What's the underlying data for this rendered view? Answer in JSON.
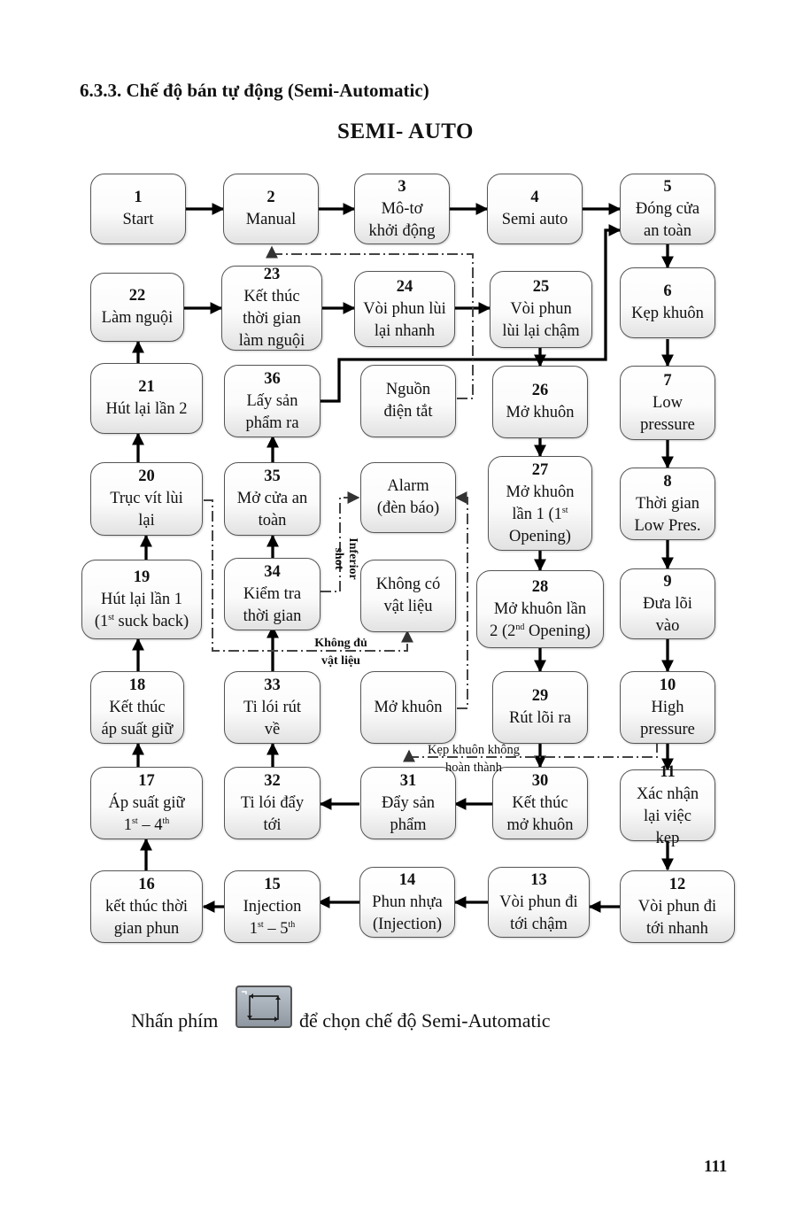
{
  "heading": "6.3.3. Chế độ bán tự động (Semi-Automatic)",
  "diagram_title": "SEMI- AUTO",
  "nodes": [
    {
      "num": "1",
      "label": "Start"
    },
    {
      "num": "2",
      "label": "Manual"
    },
    {
      "num": "3",
      "label": "Mô-tơ\nkhởi động"
    },
    {
      "num": "4",
      "label": "Semi auto"
    },
    {
      "num": "5",
      "label": "Đóng cửa\nan toàn"
    },
    {
      "num": "22",
      "label": "Làm nguội"
    },
    {
      "num": "23",
      "label": "Kết thúc\nthời gian\nlàm nguội"
    },
    {
      "num": "24",
      "label": "Vòi phun lùi\nlại nhanh"
    },
    {
      "num": "25",
      "label": "Vòi phun\nlùi lại chậm"
    },
    {
      "num": "6",
      "label": "Kẹp khuôn"
    },
    {
      "num": "21",
      "label": "Hút lại lần 2"
    },
    {
      "num": "36",
      "label": "Lấy sản\nphẩm ra"
    },
    {
      "num": "",
      "label": "Nguồn\nđiện tắt"
    },
    {
      "num": "26",
      "label": "Mở khuôn"
    },
    {
      "num": "7",
      "label": "Low\npressure"
    },
    {
      "num": "20",
      "label": "Trục vít lùi\nlại"
    },
    {
      "num": "35",
      "label": "Mở cửa an\ntoàn"
    },
    {
      "num": "",
      "label": "Alarm\n(đèn báo)"
    },
    {
      "num": "27",
      "label": "Mở khuôn\nlần 1 (1",
      "sup": "st",
      "label_tail": "\nOpening)"
    },
    {
      "num": "8",
      "label": "Thời gian\nLow Pres."
    },
    {
      "num": "19",
      "label": "Hút lại lần 1\n(1",
      "sup": "st",
      "label_tail": " suck back)"
    },
    {
      "num": "34",
      "label": "Kiểm tra\nthời gian"
    },
    {
      "num": "",
      "label": "Không có\nvật liệu"
    },
    {
      "num": "28",
      "label": "Mở khuôn lần\n2 (2",
      "sup": "nd",
      "label_tail": " Opening)"
    },
    {
      "num": "9",
      "label": "Đưa lõi\nvào"
    },
    {
      "num": "18",
      "label": "Kết thúc\náp suất giữ"
    },
    {
      "num": "33",
      "label": "Ti lói rút\nvề"
    },
    {
      "num": "",
      "label": "Mở khuôn"
    },
    {
      "num": "29",
      "label": "Rút lõi ra"
    },
    {
      "num": "10",
      "label": "High\npressure"
    },
    {
      "num": "17",
      "label": "Áp suất giữ\n1",
      "sup": "st",
      "label_tail": " – 4",
      "sup2": "th"
    },
    {
      "num": "32",
      "label": "Ti lói đẩy\ntới"
    },
    {
      "num": "31",
      "label": "Đẩy sản\nphẩm"
    },
    {
      "num": "30",
      "label": "Kết thúc\nmở khuôn"
    },
    {
      "num": "11",
      "label": "Xác nhận\nlại việc\nkẹp"
    },
    {
      "num": "16",
      "label": "kết thúc thời\ngian phun"
    },
    {
      "num": "15",
      "label": "Injection\n1",
      "sup": "st",
      "label_tail": " – 5",
      "sup2": "th"
    },
    {
      "num": "14",
      "label": "Phun nhựa\n(Injection)"
    },
    {
      "num": "13",
      "label": "Vòi phun đi\ntới chậm"
    },
    {
      "num": "12",
      "label": "Vòi phun đi\ntới nhanh"
    }
  ],
  "notes": {
    "inferior_shot": "Inferior\nshot",
    "khong_du_line1": "Không đủ",
    "khong_du_line2": "vật liệu",
    "kep_line1": "Kẹp khuôn không",
    "kep_line2": "hoàn thành"
  },
  "footer": {
    "before": "Nhấn phím",
    "after": "để chọn chế độ Semi-Automatic",
    "key_icon": "semi-auto-key-icon"
  },
  "page_number": "111"
}
